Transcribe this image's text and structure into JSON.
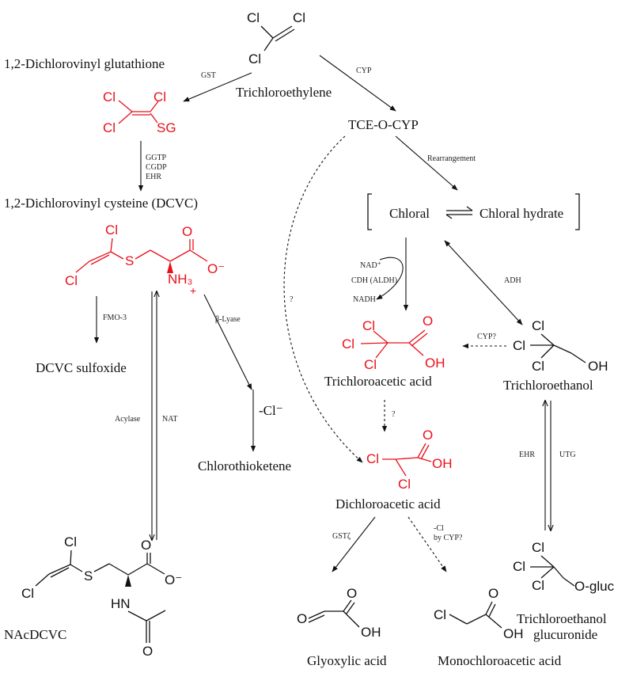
{
  "compounds": {
    "tce": "Trichloroethylene",
    "dcvg": "1,2-Dichlorovinyl glutathione",
    "dcvc": "1,2-Dichlorovinyl cysteine (DCVC)",
    "tce_o_cyp": "TCE-O-CYP",
    "chloral": "Chloral",
    "chloral_hydrate": "Chloral hydrate",
    "dcvc_sulfoxide": "DCVC sulfoxide",
    "cl_minus": "-Cl⁻",
    "chlorothioketene": "Chlorothioketene",
    "tca": "Trichloroacetic acid",
    "tcoh": "Trichloroethanol",
    "dca": "Dichloroacetic acid",
    "tcog_line1": "Trichloroethanol",
    "tcog_line2": "glucuronide",
    "nacdcvc": "NAcDCVC",
    "glyoxylic": "Glyoxylic acid",
    "mca": "Monochloroacetic acid"
  },
  "enzymes": {
    "gst": "GST",
    "cyp": "CYP",
    "ggtp": "GGTP",
    "cgdp": "CGDP",
    "ehr": "EHR",
    "rearrangement": "Rearrangement",
    "fmo3": "FMO-3",
    "beta_lyase": "β-Lyase",
    "nad_plus": "NAD⁺",
    "cdh": "CDH (ALDH)",
    "nadh": "NADH",
    "adh": "ADH",
    "cyp_q": "CYP?",
    "q1": "?",
    "q2": "?",
    "acylase": "Acylase",
    "nat": "NAT",
    "ehr2": "EHR",
    "utg": "UTG",
    "gst_zeta": "GSTζ",
    "cl_by_cyp_1": "-Cl",
    "cl_by_cyp_2": "by CYP?"
  },
  "atoms": {
    "cl": "Cl",
    "sg": "SG",
    "s": "S",
    "o": "O",
    "o_minus": "O⁻",
    "oh": "OH",
    "nh3": "NH₃",
    "plus": "+",
    "hn": "HN",
    "o_gluc": "O-gluc"
  },
  "colors": {
    "highlight": "#e8101a",
    "default": "#111111"
  }
}
